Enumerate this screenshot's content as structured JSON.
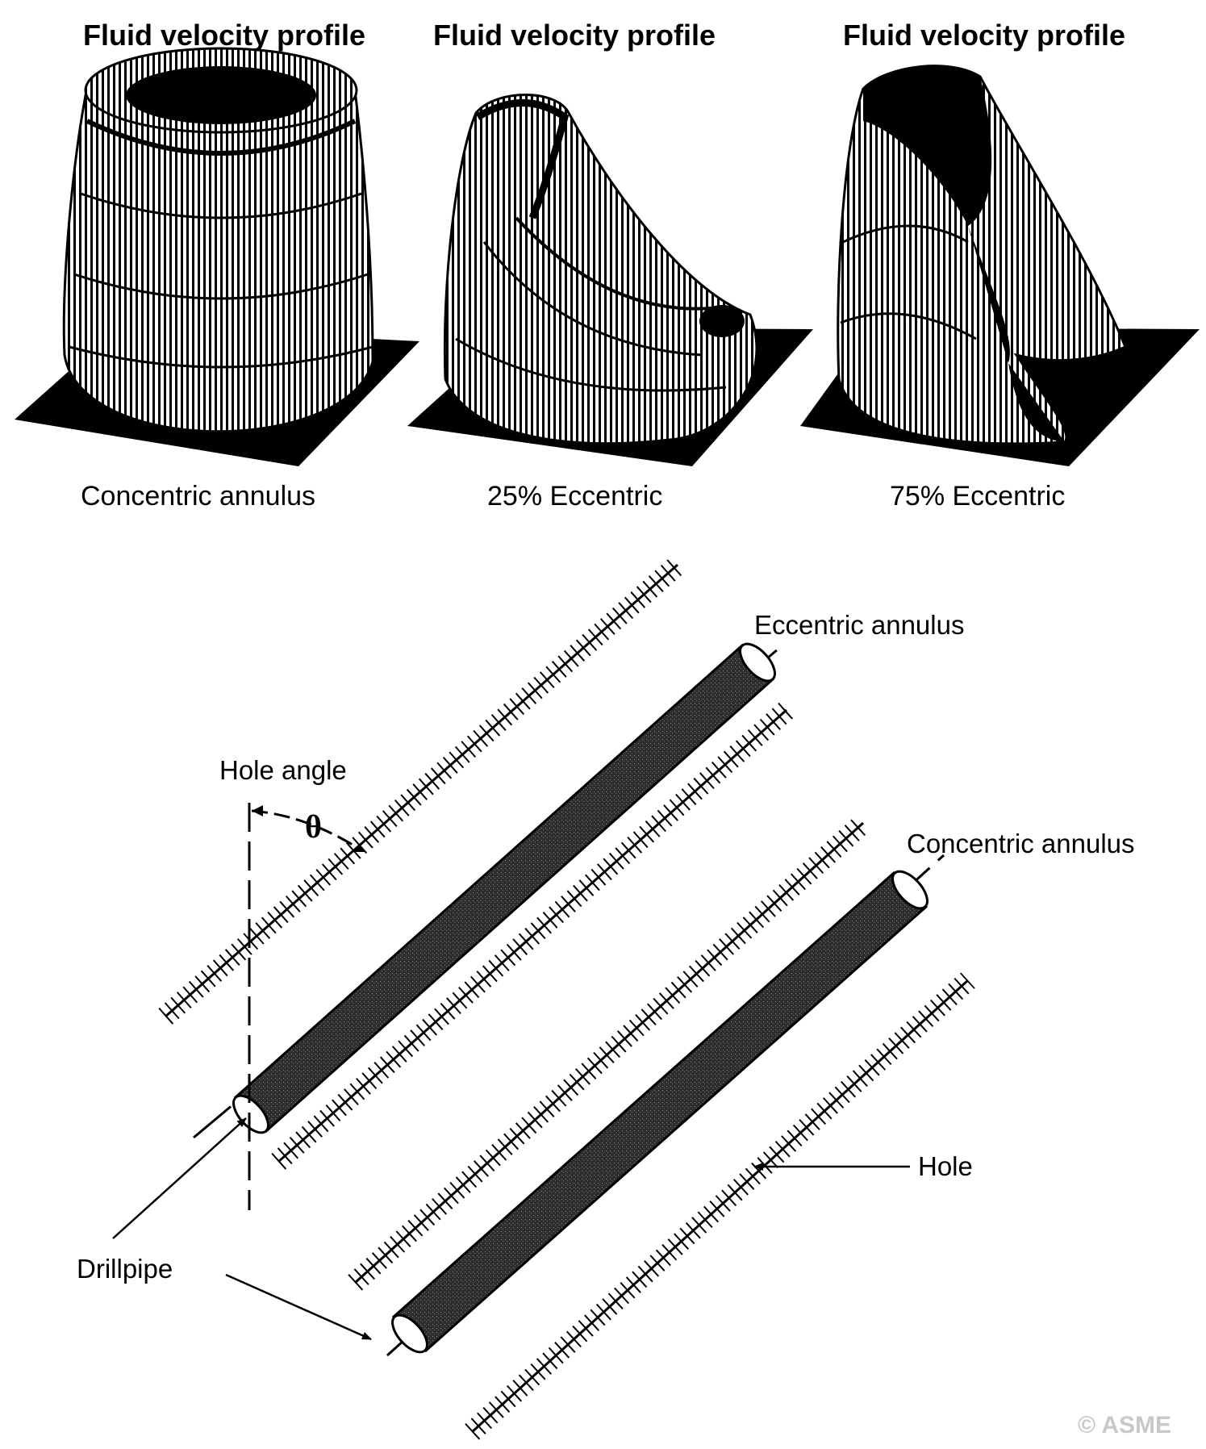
{
  "profiles": [
    {
      "title": "Fluid velocity profile",
      "caption": "Concentric annulus"
    },
    {
      "title": "Fluid velocity profile",
      "caption": "25% Eccentric"
    },
    {
      "title": "Fluid velocity profile",
      "caption": "75% Eccentric"
    }
  ],
  "diagram": {
    "eccentric_label": "Eccentric annulus",
    "concentric_label": "Concentric annulus",
    "hole_angle_label": "Hole angle",
    "theta_symbol": "θ",
    "hole_label": "Hole",
    "drillpipe_label": "Drillpipe"
  },
  "copyright": "© ASME",
  "colors": {
    "ink": "#000000",
    "paper": "#ffffff",
    "pipe_fill": "#2e2e2e",
    "copyright": "#c8c8c8"
  }
}
